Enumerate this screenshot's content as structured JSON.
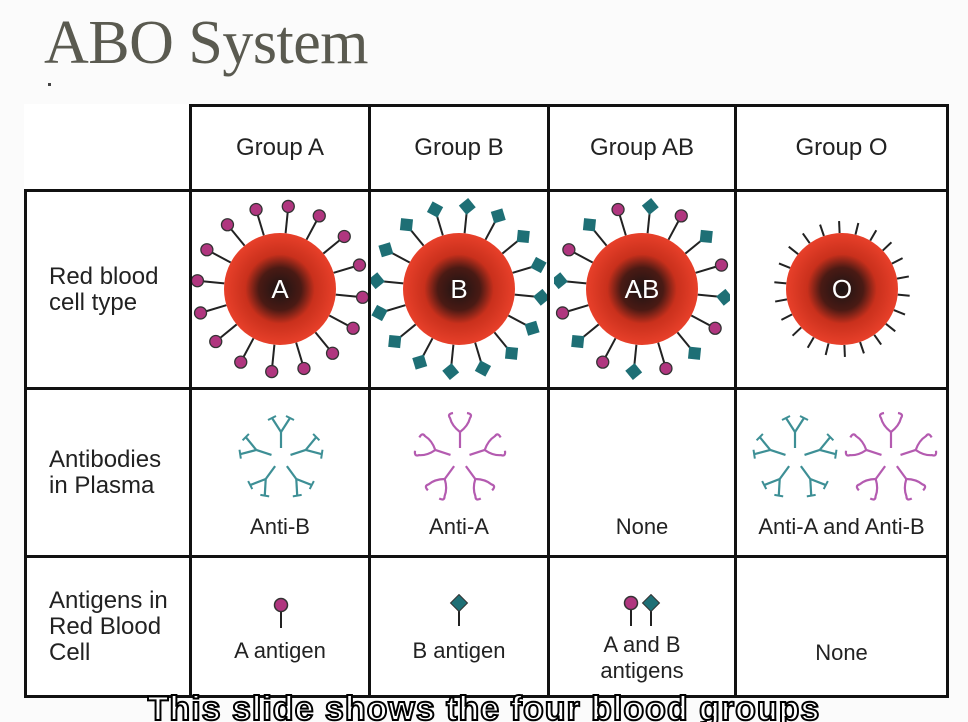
{
  "title": "ABO System",
  "groups": [
    {
      "name": "Group A",
      "cell": "A",
      "antibody": "Anti-B",
      "antigen": "A antigen"
    },
    {
      "name": "Group B",
      "cell": "B",
      "antibody": "Anti-A",
      "antigen": "B antigen"
    },
    {
      "name": "Group AB",
      "cell": "AB",
      "antibody": "None",
      "antigen": "A and B\nantigens"
    },
    {
      "name": "Group O",
      "cell": "O",
      "antibody": "Anti-A and Anti-B",
      "antigen": "None"
    }
  ],
  "rows": {
    "rbc": "Red blood cell type",
    "antibodies": "Antibodies in Plasma",
    "antigens": "Antigens in Red Blood Cell"
  },
  "subtitle": "This slide shows the four blood groups",
  "colors": {
    "cell": "#e8402a",
    "cell_core": "#1c1414",
    "antigen_a": "#b0367f",
    "antigen_b": "#1e6f75",
    "anti_b_antibody": "#3d8f95",
    "anti_a_antibody": "#b45bb0"
  }
}
